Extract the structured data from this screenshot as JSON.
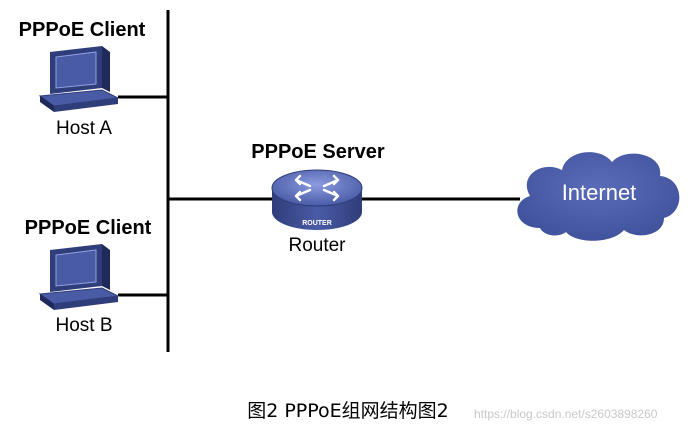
{
  "diagram": {
    "host_a": {
      "role_label": "PPPoE Client",
      "name": "Host A"
    },
    "host_b": {
      "role_label": "PPPoE Client",
      "name": "Host B"
    },
    "server": {
      "role_label": "PPPoE Server",
      "name": "Router",
      "device_text": "ROUTER"
    },
    "cloud": {
      "label": "Internet"
    },
    "colors": {
      "device_blue": "#4a5ba6",
      "device_dark": "#2f3d7a",
      "router_top": "#6a7cc4",
      "line": "#000000"
    }
  },
  "caption": "图2  PPPoE组网结构图2",
  "watermark": "https://blog.csdn.net/s2603898260"
}
